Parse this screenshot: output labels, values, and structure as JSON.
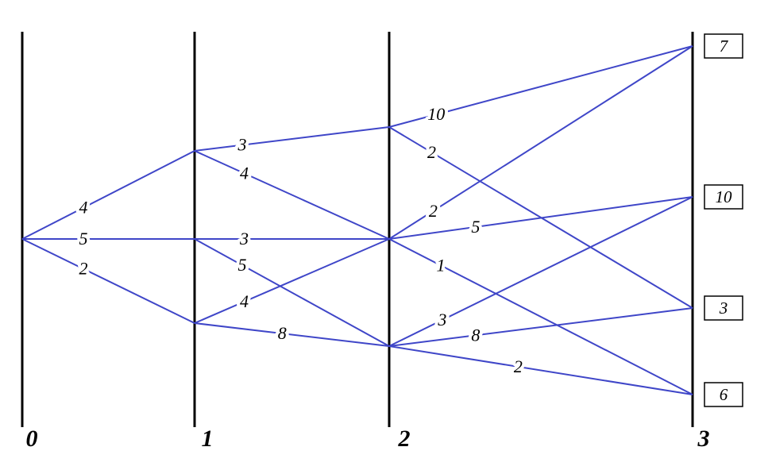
{
  "colors": {
    "edge": "#3f46c8",
    "stage_line": "#000000",
    "text": "#000000",
    "background": "#ffffff"
  },
  "stages": [
    {
      "label": "0"
    },
    {
      "label": "1"
    },
    {
      "label": "2"
    },
    {
      "label": "3"
    }
  ],
  "terminal_values": [
    "7",
    "10",
    "3",
    "6"
  ],
  "edges": [
    {
      "from": "stage0-middle",
      "to": "stage1-top",
      "label": "4"
    },
    {
      "from": "stage0-middle",
      "to": "stage1-middle",
      "label": "5"
    },
    {
      "from": "stage0-middle",
      "to": "stage1-bottom",
      "label": "2"
    },
    {
      "from": "stage1-top",
      "to": "stage2-top",
      "label": "3"
    },
    {
      "from": "stage1-top",
      "to": "stage2-middle",
      "label": "4"
    },
    {
      "from": "stage1-middle",
      "to": "stage2-middle",
      "label": "3"
    },
    {
      "from": "stage1-middle",
      "to": "stage2-bottom",
      "label": "5"
    },
    {
      "from": "stage1-bottom",
      "to": "stage2-middle",
      "label": "4"
    },
    {
      "from": "stage1-bottom",
      "to": "stage2-bottom",
      "label": "8"
    },
    {
      "from": "stage2-top",
      "to": "terminal-1",
      "label": "10"
    },
    {
      "from": "stage2-top",
      "to": "terminal-3",
      "label": "2"
    },
    {
      "from": "stage2-middle",
      "to": "terminal-1",
      "label": "2"
    },
    {
      "from": "stage2-middle",
      "to": "terminal-2",
      "label": "5"
    },
    {
      "from": "stage2-middle",
      "to": "terminal-4",
      "label": "1"
    },
    {
      "from": "stage2-bottom",
      "to": "terminal-2",
      "label": "3"
    },
    {
      "from": "stage2-bottom",
      "to": "terminal-3",
      "label": "8"
    },
    {
      "from": "stage2-bottom",
      "to": "terminal-4",
      "label": "2"
    }
  ]
}
